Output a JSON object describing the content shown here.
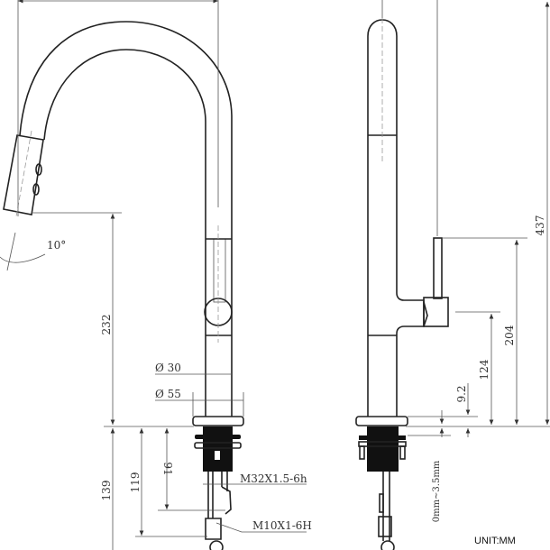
{
  "drawing": {
    "unit_label": "UNIT:MM",
    "angle_label": "10°",
    "front_view": {
      "height_spout": "232",
      "height_below_deck_total": "139",
      "height_below_deck_mid": "119",
      "height_below_deck_short": "91",
      "diameter_body": "Ø 30",
      "diameter_base": "Ø 55",
      "thread_shank": "M32X1.5-6h",
      "thread_hose": "M10X1-6H"
    },
    "side_view": {
      "height_total": "437",
      "height_handle_top": "204",
      "height_handle_axis": "124",
      "base_thickness": "9.2",
      "deck_thickness_range": "0mm~3.5mm"
    }
  }
}
